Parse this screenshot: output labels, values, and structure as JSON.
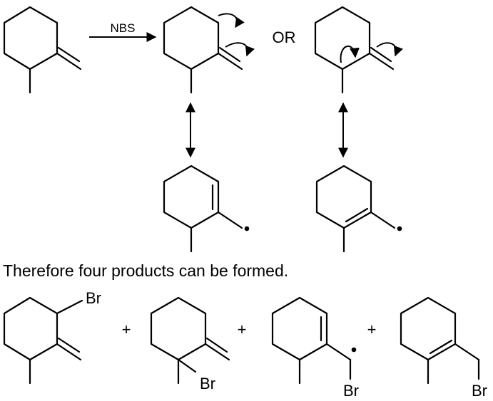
{
  "reaction": {
    "reagent": "NBS",
    "or_word": "OR"
  },
  "conclusion": "Therefore four products can be formed.",
  "atom_labels": {
    "bromine": "Br"
  },
  "operators": {
    "plus": "+"
  }
}
